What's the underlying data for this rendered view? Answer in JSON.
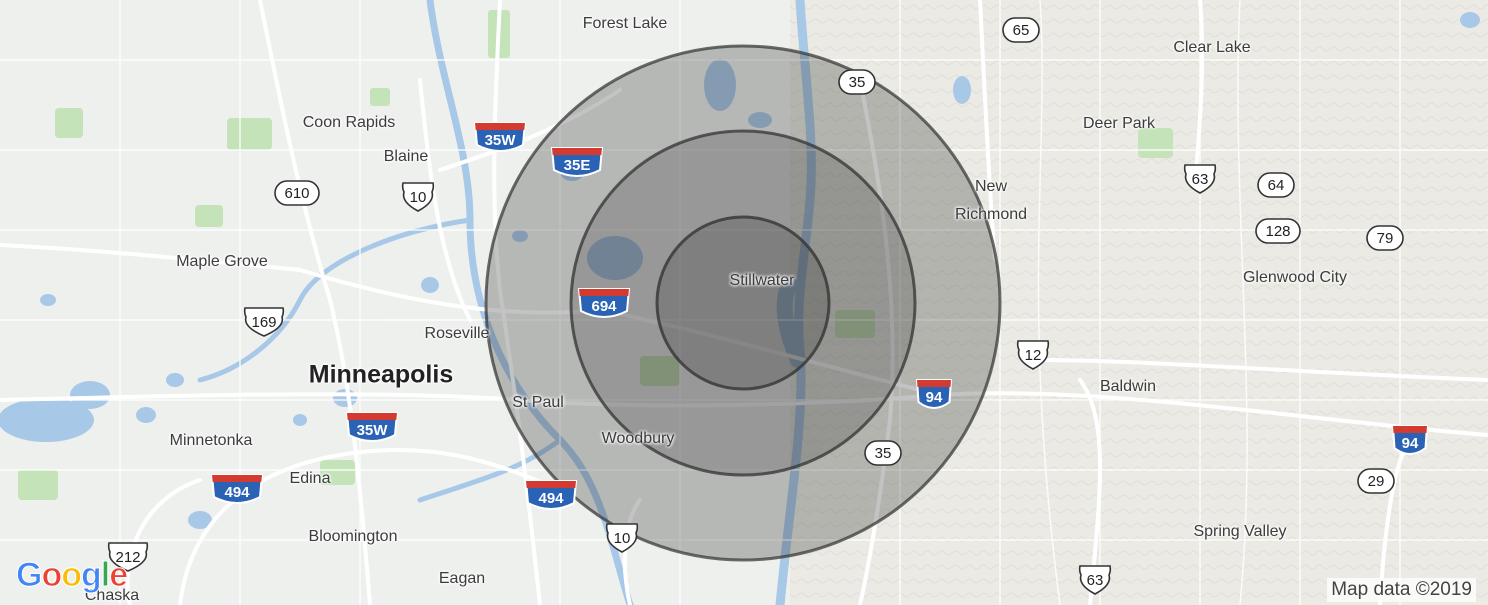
{
  "map": {
    "places": [
      {
        "name": "Forest Lake",
        "cls": "p-town"
      },
      {
        "name": "Clear Lake",
        "cls": "p-town"
      },
      {
        "name": "Coon Rapids",
        "cls": "p-town"
      },
      {
        "name": "Blaine",
        "cls": "p-small"
      },
      {
        "name": "Deer Park",
        "cls": "p-town"
      },
      {
        "name": "New",
        "cls": "p-town"
      },
      {
        "name": "Richmond",
        "cls": "p-town"
      },
      {
        "name": "Maple Grove",
        "cls": "p-town"
      },
      {
        "name": "Stillwater",
        "cls": "p-small"
      },
      {
        "name": "Glenwood City",
        "cls": "p-town"
      },
      {
        "name": "Roseville",
        "cls": "p-small"
      },
      {
        "name": "Minneapolis",
        "cls": "p-city"
      },
      {
        "name": "St Paul",
        "cls": "p-town"
      },
      {
        "name": "Baldwin",
        "cls": "p-town"
      },
      {
        "name": "Minnetonka",
        "cls": "p-town"
      },
      {
        "name": "Woodbury",
        "cls": "p-town"
      },
      {
        "name": "Edina",
        "cls": "p-town"
      },
      {
        "name": "Bloomington",
        "cls": "p-town"
      },
      {
        "name": "Spring Valley",
        "cls": "p-town"
      },
      {
        "name": "Eagan",
        "cls": "p-town"
      },
      {
        "name": "Chaska",
        "cls": "p-small"
      }
    ],
    "shields": [
      {
        "type": "interstate",
        "label": "35W"
      },
      {
        "type": "interstate",
        "label": "35E"
      },
      {
        "type": "interstate",
        "label": "694"
      },
      {
        "type": "interstate",
        "label": "35W"
      },
      {
        "type": "interstate",
        "label": "494"
      },
      {
        "type": "interstate",
        "label": "494"
      },
      {
        "type": "interstate",
        "label": "94"
      },
      {
        "type": "interstate",
        "label": "94"
      },
      {
        "type": "us",
        "label": "10"
      },
      {
        "type": "us",
        "label": "169"
      },
      {
        "type": "us",
        "label": "10"
      },
      {
        "type": "us",
        "label": "12"
      },
      {
        "type": "us",
        "label": "63"
      },
      {
        "type": "us",
        "label": "63"
      },
      {
        "type": "us",
        "label": "212"
      },
      {
        "type": "state",
        "label": "610"
      },
      {
        "type": "state",
        "label": "65"
      },
      {
        "type": "state",
        "label": "35"
      },
      {
        "type": "state",
        "label": "35"
      },
      {
        "type": "state",
        "label": "64"
      },
      {
        "type": "state",
        "label": "128"
      },
      {
        "type": "state",
        "label": "79"
      },
      {
        "type": "state",
        "label": "29"
      }
    ],
    "radius_rings_count": 3,
    "ring_color": "#3a3a3a",
    "water_color": "#a8c8e8",
    "park_color": "#c5e3b8",
    "road_color": "#ffffff"
  },
  "google_logo": {
    "letters": [
      "G",
      "o",
      "o",
      "g",
      "l",
      "e"
    ],
    "colors": [
      "#4285F4",
      "#EA4335",
      "#FBBC05",
      "#4285F4",
      "#34A853",
      "#EA4335"
    ]
  },
  "attribution": "Map data ©2019"
}
